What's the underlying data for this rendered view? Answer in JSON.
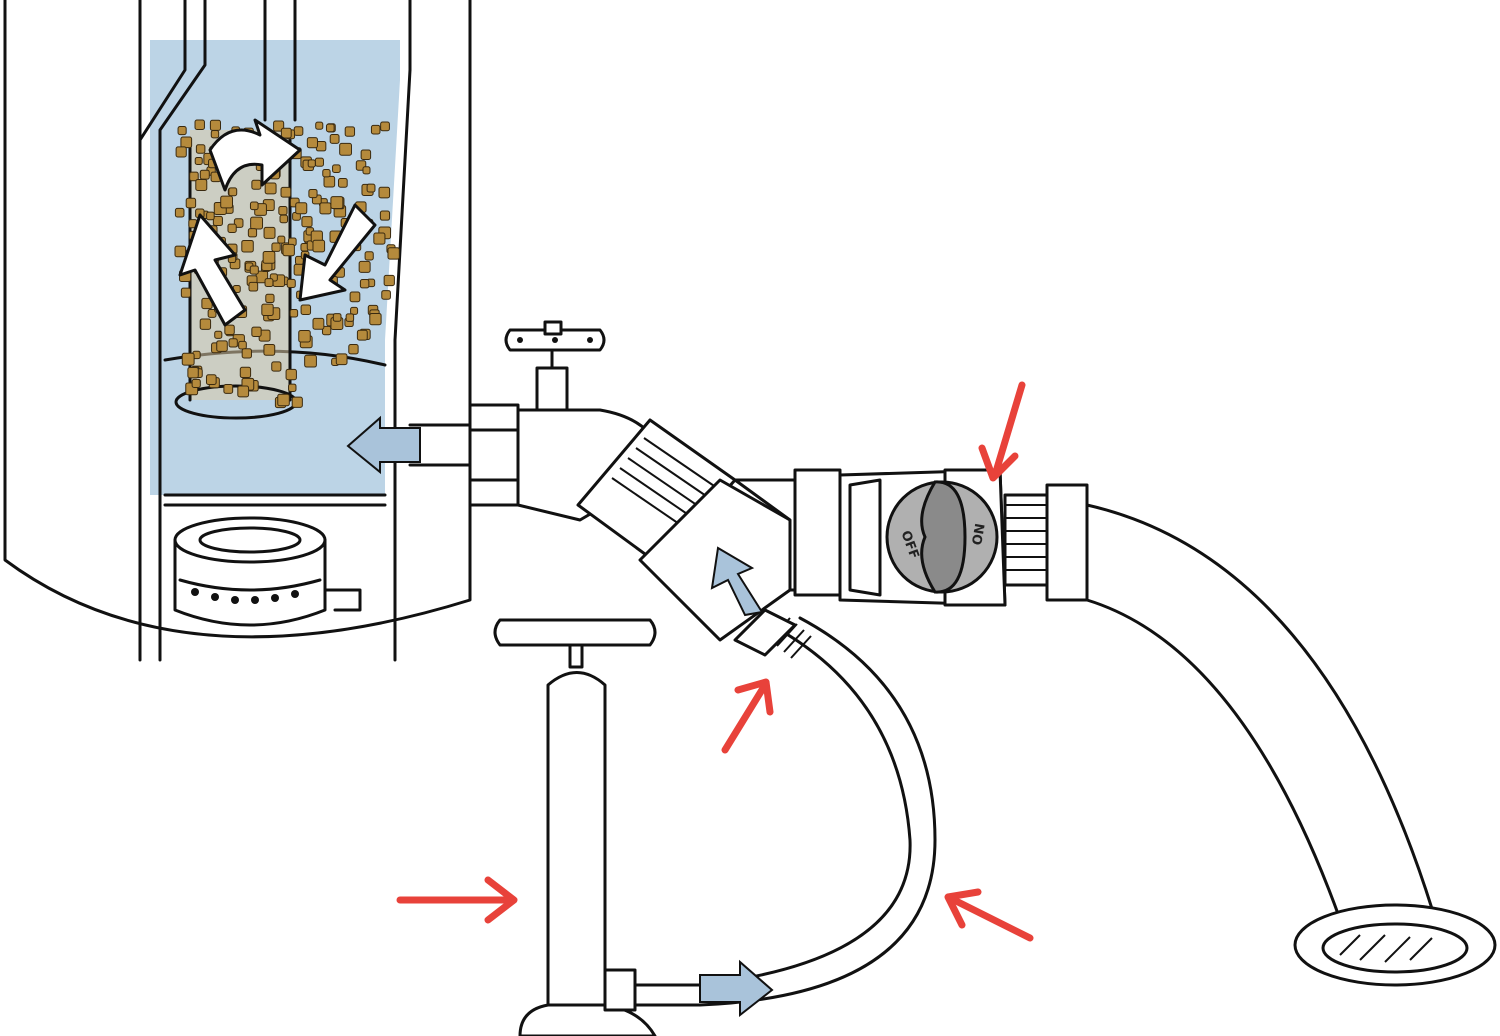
{
  "valve": {
    "off_label": "OFF",
    "on_label": "ON"
  },
  "colors": {
    "water": "#bcd4e6",
    "sediment": "#b58a3c",
    "arrow": "#e8423a",
    "flow_arrow": "#a9c3da",
    "ink": "#111111",
    "valve_knob": "#8a8a8a"
  },
  "icons": {
    "sediment_arrows": "curved-white-arrows",
    "flow_arrows": "blue-flow-arrows",
    "callout_arrows": "red-pointer-arrows"
  }
}
